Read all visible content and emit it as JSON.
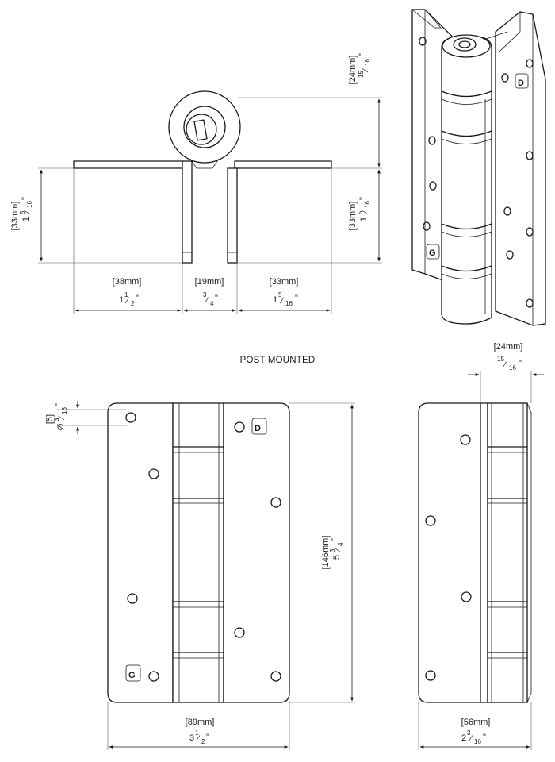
{
  "title": "POST MOUNTED",
  "dimensions": {
    "top_left_height": {
      "metric": "33mm",
      "whole": "1",
      "num": "5",
      "den": "16",
      "unit": "\""
    },
    "leaf_left_width": {
      "metric": "38mm",
      "whole": "1",
      "num": "1",
      "den": "2",
      "unit": "\""
    },
    "gap_width": {
      "metric": "19mm",
      "whole": "",
      "num": "3",
      "den": "4",
      "unit": "\""
    },
    "leaf_right_width": {
      "metric": "33mm",
      "whole": "1",
      "num": "5",
      "den": "16",
      "unit": "\""
    },
    "knuckle_offset": {
      "metric": "24mm",
      "whole": "",
      "num": "15",
      "den": "16",
      "unit": "\""
    },
    "top_right_height": {
      "metric": "33mm",
      "whole": "1",
      "num": "5",
      "den": "16",
      "unit": "\""
    },
    "hole_diameter": {
      "metric": "5",
      "whole": "Ø",
      "num": "3",
      "den": "16",
      "unit": "\""
    },
    "overall_height": {
      "metric": "146mm",
      "whole": "5",
      "num": "3",
      "den": "4",
      "unit": "\""
    },
    "overall_width": {
      "metric": "89mm",
      "whole": "3",
      "num": "1",
      "den": "2",
      "unit": "\""
    },
    "side_width": {
      "metric": "56mm",
      "whole": "2",
      "num": "3",
      "den": "16",
      "unit": "\""
    },
    "side_offset": {
      "metric": "24mm",
      "whole": "",
      "num": "15",
      "den": "16",
      "unit": "\""
    }
  },
  "logo_letter": "D"
}
